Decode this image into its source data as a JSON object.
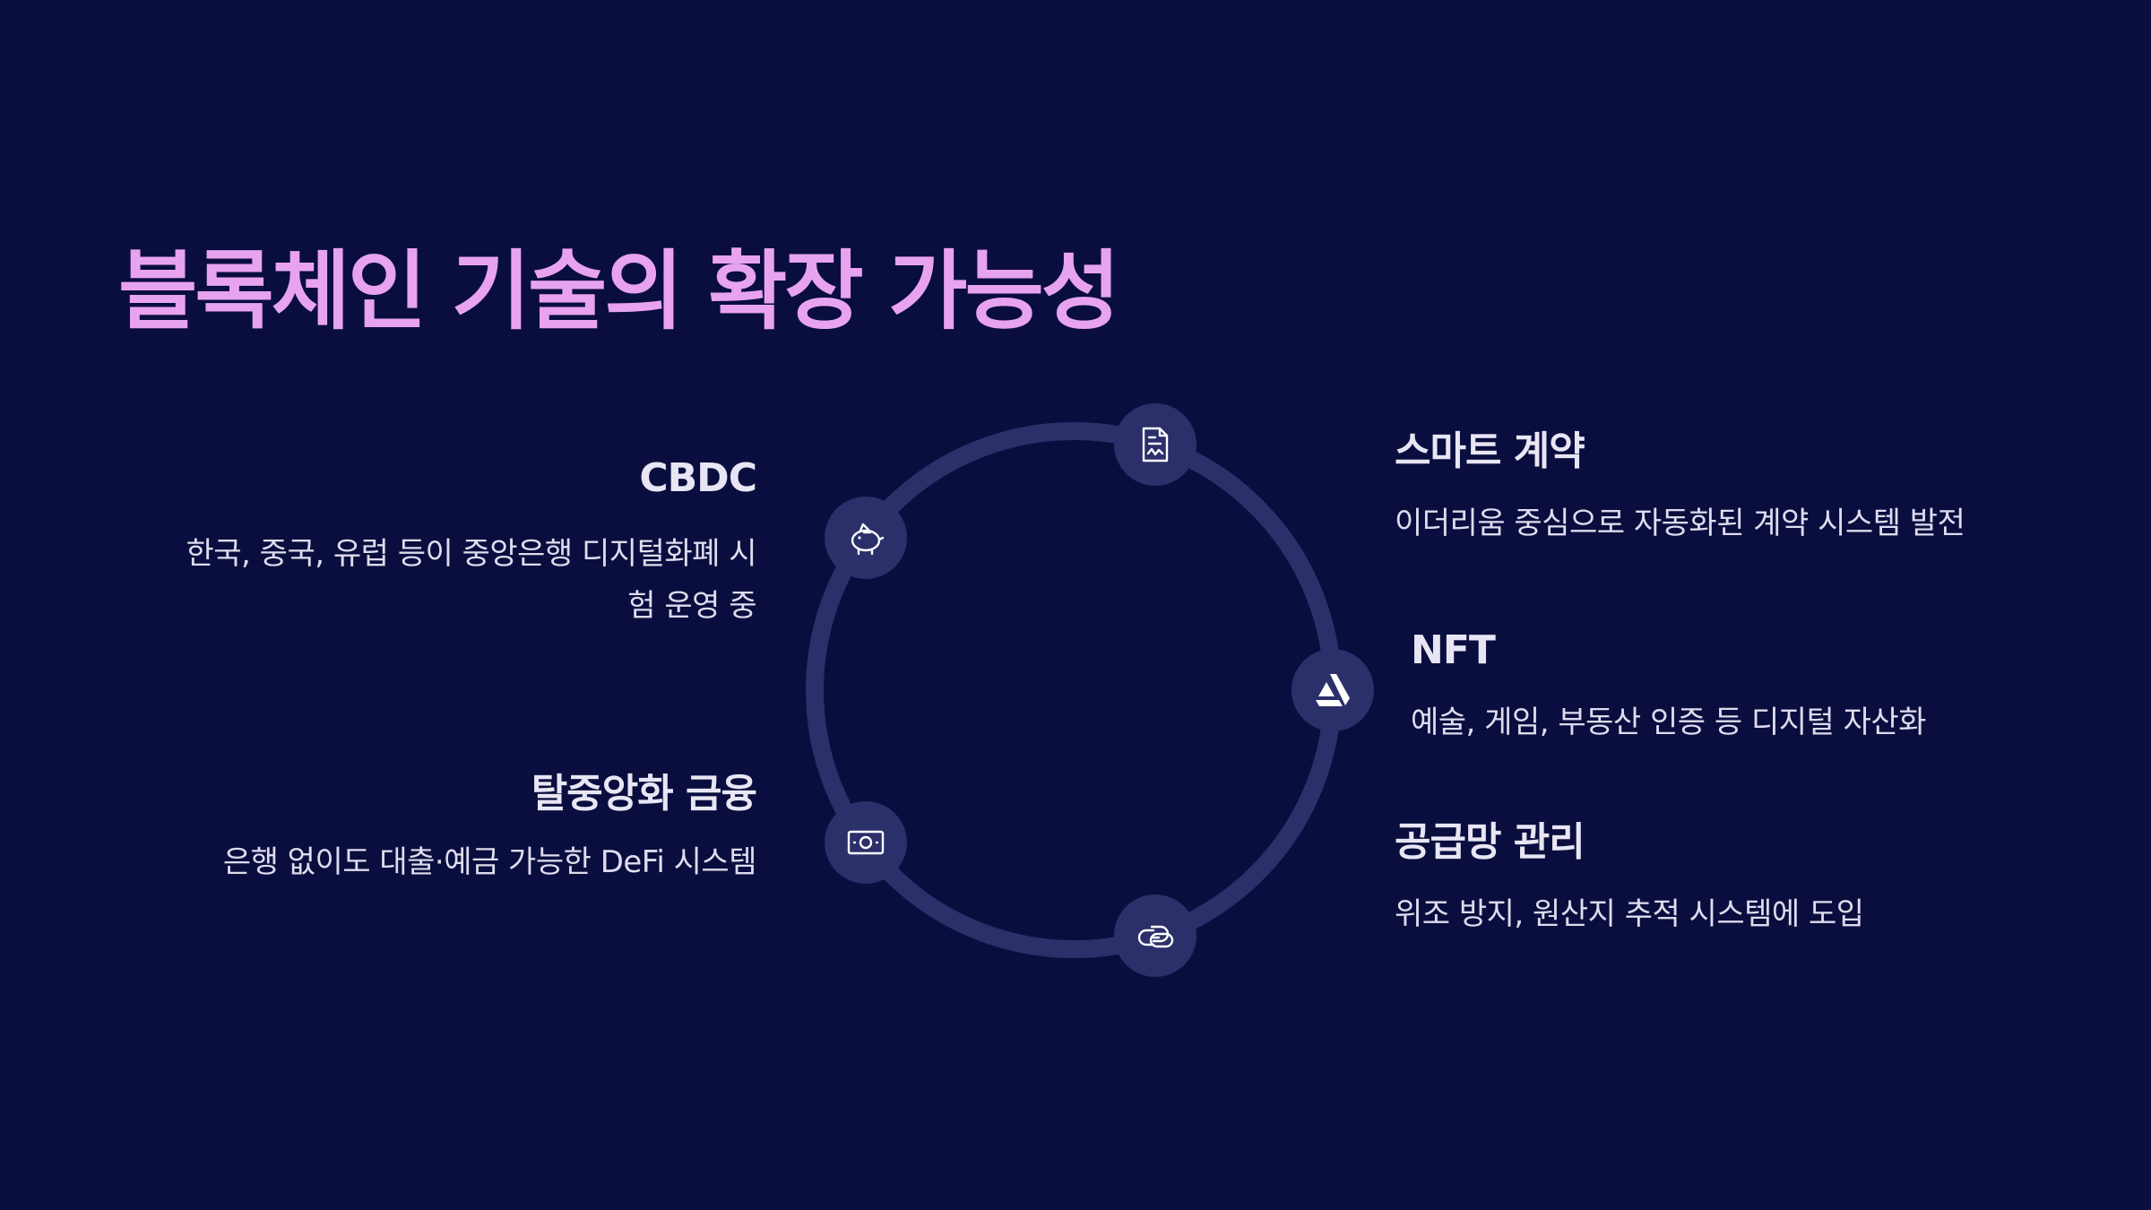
{
  "title": "블록체인 기술의 확장 가능성",
  "colors": {
    "background": "#0a0e3e",
    "title": "#e8a3f0",
    "ring": "#2b2f6a",
    "text": "#e6e3f3"
  },
  "items": {
    "cbdc": {
      "heading": "CBDC",
      "line1": "한국, 중국, 유럽 등이 중앙은행 디지털화폐 시",
      "line2": "험 운영 중",
      "icon": "piggy-bank-icon"
    },
    "defi": {
      "heading": "탈중앙화 금융",
      "description": "은행 없이도 대출·예금 가능한 DeFi 시스템",
      "icon": "banknote-icon"
    },
    "smart_contract": {
      "heading": "스마트 계약",
      "description": "이더리움 중심으로 자동화된 계약 시스템 발전",
      "icon": "signed-document-icon"
    },
    "nft": {
      "heading": "NFT",
      "description": "예술, 게임, 부동산 인증 등 디지털 자산화",
      "icon": "artstation-icon"
    },
    "supply_chain": {
      "heading": "공급망 관리",
      "description": "위조 방지, 원산지 추적 시스템에 도입",
      "icon": "chain-link-icon"
    }
  }
}
